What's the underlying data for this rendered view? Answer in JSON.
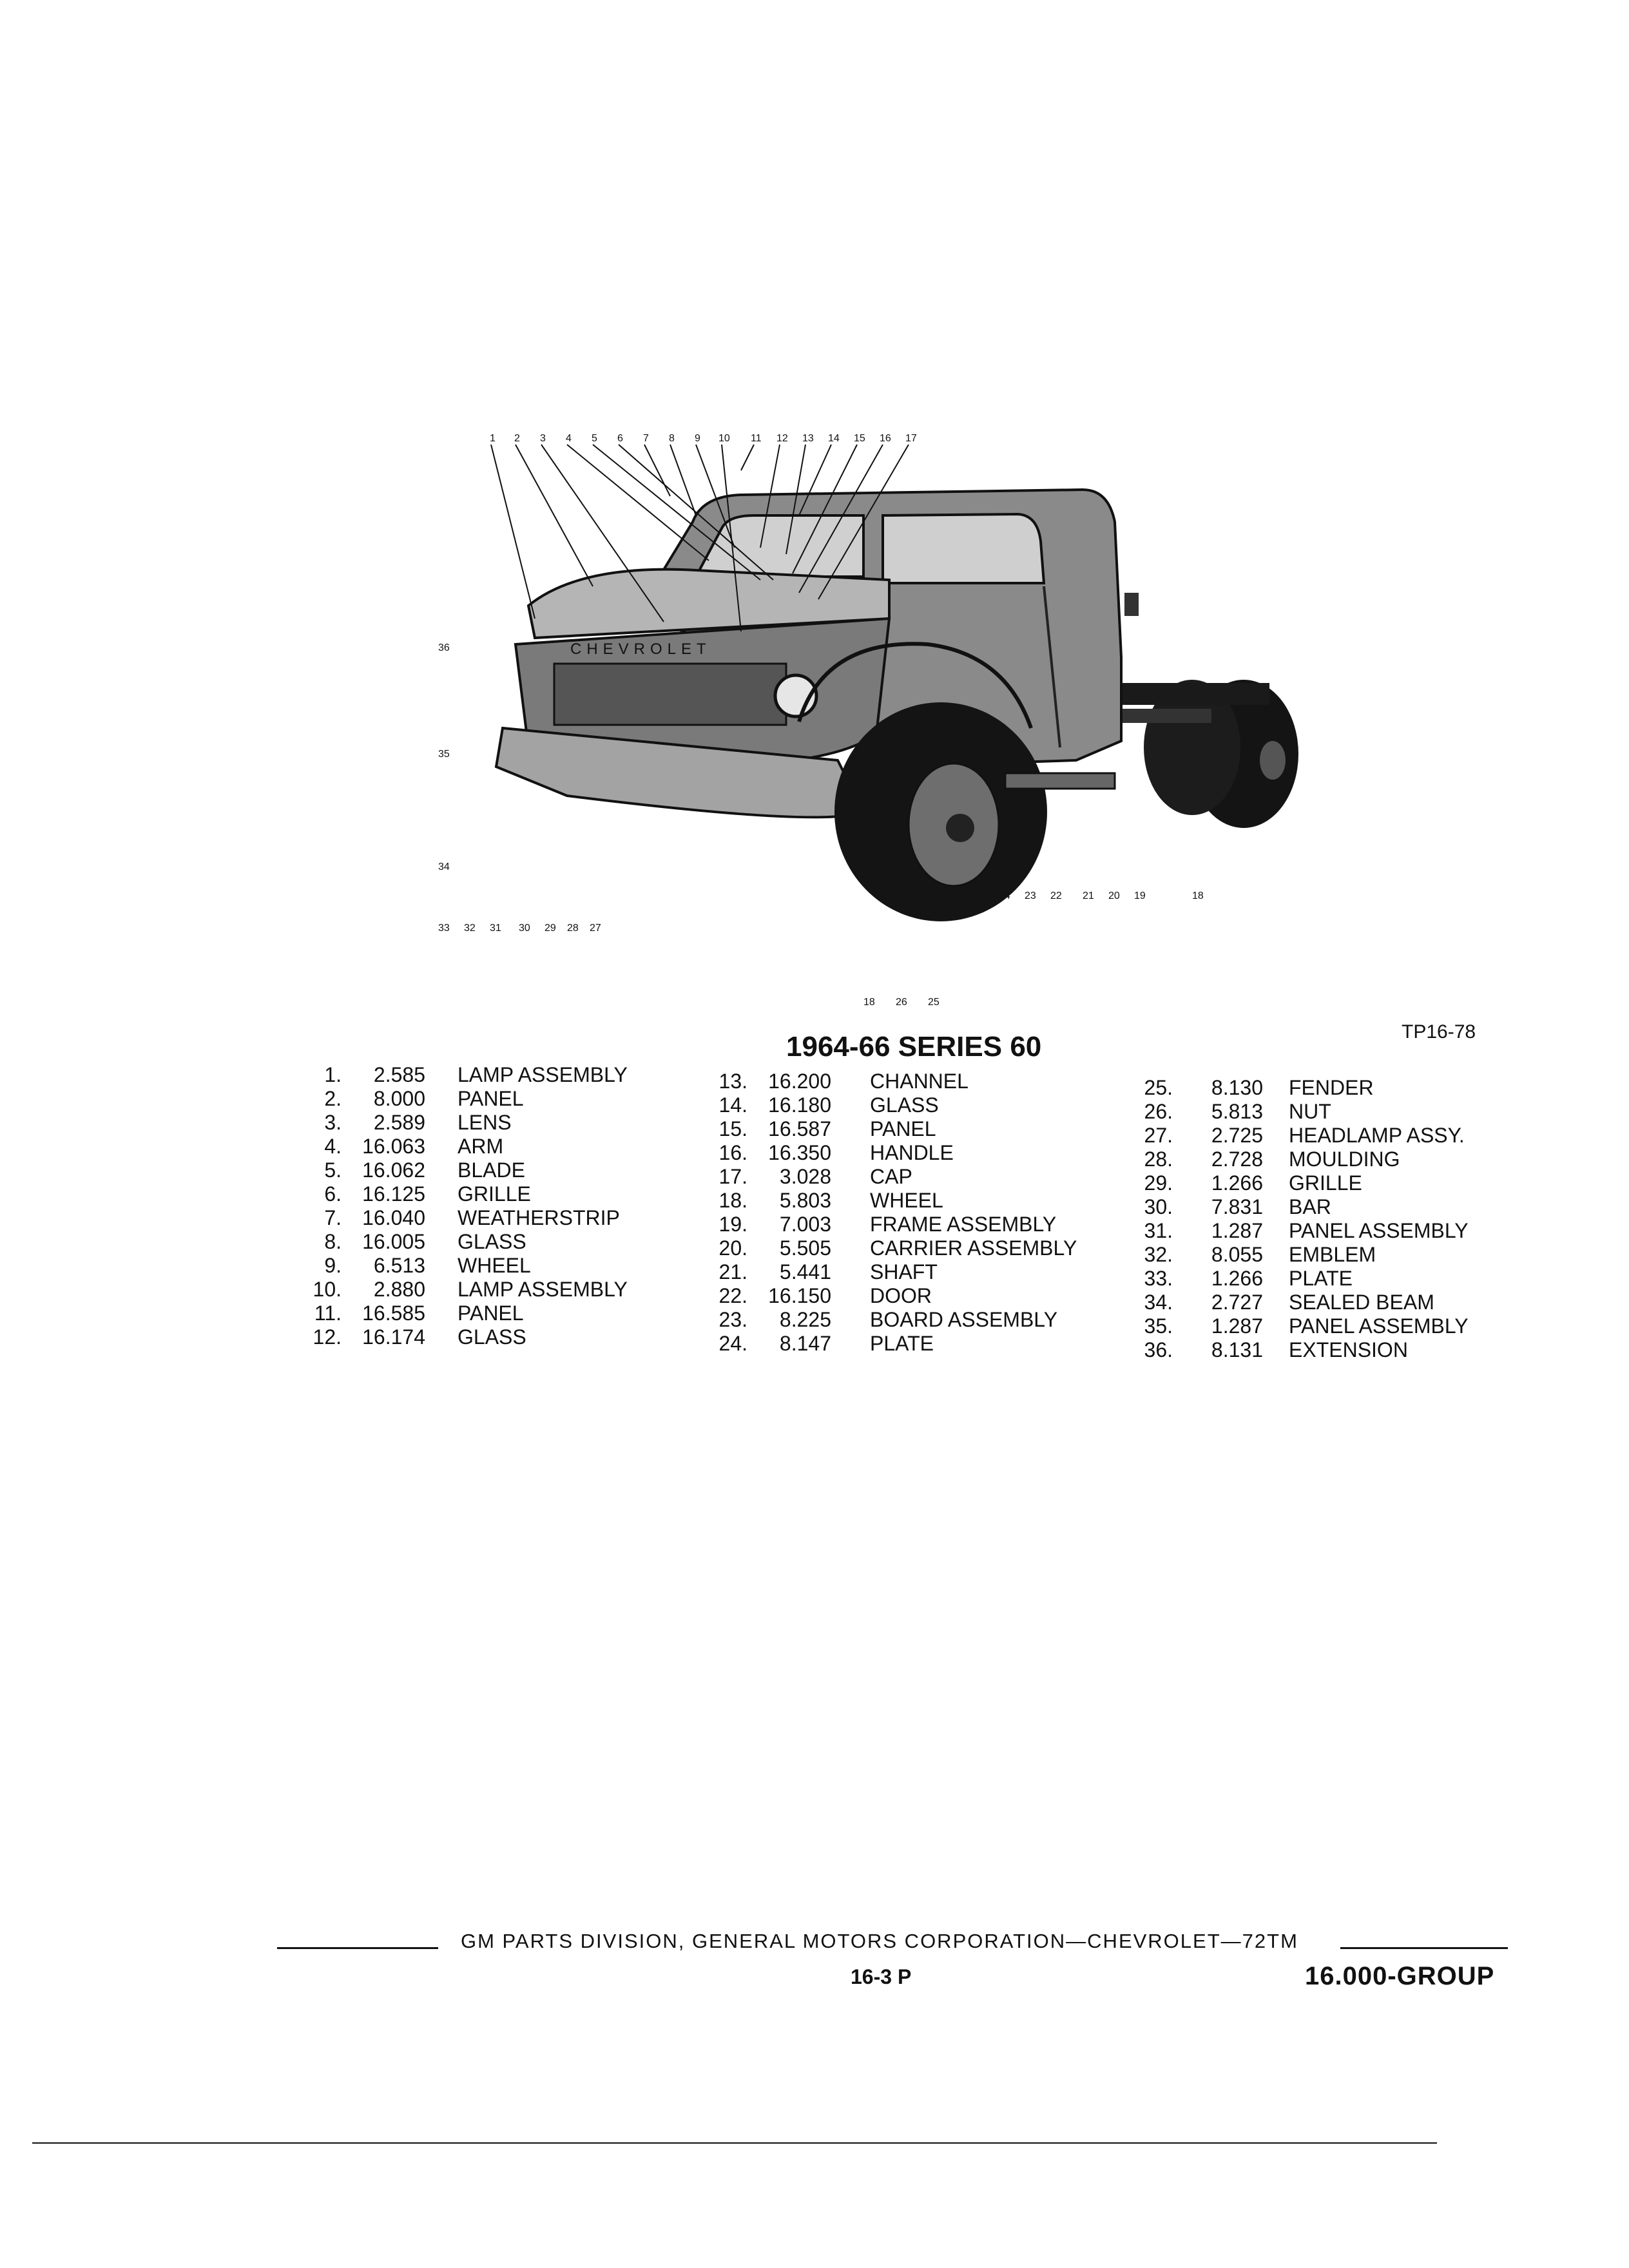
{
  "figure": {
    "title": "1964-66 SERIES 60",
    "id": "TP16-78",
    "grille_text": "CHEVROLET",
    "callouts_top": [
      "1",
      "2",
      "3",
      "4",
      "5",
      "6",
      "7",
      "8",
      "9",
      "10",
      "11",
      "12",
      "13",
      "14",
      "15",
      "16",
      "17"
    ],
    "callouts_bottom": [
      "33",
      "32",
      "31",
      "30",
      "29",
      "28",
      "27",
      "24",
      "23",
      "22",
      "21",
      "20",
      "19",
      "18"
    ],
    "callouts_left": [
      "36",
      "35",
      "34"
    ],
    "callouts_lower": [
      "18",
      "26",
      "25"
    ]
  },
  "legend": {
    "col1": [
      {
        "num": "1.",
        "part": "2.585",
        "name": "LAMP ASSEMBLY"
      },
      {
        "num": "2.",
        "part": "8.000",
        "name": "PANEL"
      },
      {
        "num": "3.",
        "part": "2.589",
        "name": "LENS"
      },
      {
        "num": "4.",
        "part": "16.063",
        "name": "ARM"
      },
      {
        "num": "5.",
        "part": "16.062",
        "name": "BLADE"
      },
      {
        "num": "6.",
        "part": "16.125",
        "name": "GRILLE"
      },
      {
        "num": "7.",
        "part": "16.040",
        "name": "WEATHERSTRIP"
      },
      {
        "num": "8.",
        "part": "16.005",
        "name": "GLASS"
      },
      {
        "num": "9.",
        "part": "6.513",
        "name": "WHEEL"
      },
      {
        "num": "10.",
        "part": "2.880",
        "name": "LAMP ASSEMBLY"
      },
      {
        "num": "11.",
        "part": "16.585",
        "name": "PANEL"
      },
      {
        "num": "12.",
        "part": "16.174",
        "name": "GLASS"
      }
    ],
    "col2": [
      {
        "num": "13.",
        "part": "16.200",
        "name": "CHANNEL"
      },
      {
        "num": "14.",
        "part": "16.180",
        "name": "GLASS"
      },
      {
        "num": "15.",
        "part": "16.587",
        "name": "PANEL"
      },
      {
        "num": "16.",
        "part": "16.350",
        "name": "HANDLE"
      },
      {
        "num": "17.",
        "part": "3.028",
        "name": "CAP"
      },
      {
        "num": "18.",
        "part": "5.803",
        "name": "WHEEL"
      },
      {
        "num": "19.",
        "part": "7.003",
        "name": "FRAME ASSEMBLY"
      },
      {
        "num": "20.",
        "part": "5.505",
        "name": "CARRIER ASSEMBLY"
      },
      {
        "num": "21.",
        "part": "5.441",
        "name": "SHAFT"
      },
      {
        "num": "22.",
        "part": "16.150",
        "name": "DOOR"
      },
      {
        "num": "23.",
        "part": "8.225",
        "name": "BOARD ASSEMBLY"
      },
      {
        "num": "24.",
        "part": "8.147",
        "name": "PLATE"
      }
    ],
    "col3": [
      {
        "num": "25.",
        "part": "8.130",
        "name": "FENDER"
      },
      {
        "num": "26.",
        "part": "5.813",
        "name": "NUT"
      },
      {
        "num": "27.",
        "part": "2.725",
        "name": "HEADLAMP ASSY."
      },
      {
        "num": "28.",
        "part": "2.728",
        "name": "MOULDING"
      },
      {
        "num": "29.",
        "part": "1.266",
        "name": "GRILLE"
      },
      {
        "num": "30.",
        "part": "7.831",
        "name": "BAR"
      },
      {
        "num": "31.",
        "part": "1.287",
        "name": "PANEL ASSEMBLY"
      },
      {
        "num": "32.",
        "part": "8.055",
        "name": "EMBLEM"
      },
      {
        "num": "33.",
        "part": "1.266",
        "name": "PLATE"
      },
      {
        "num": "34.",
        "part": "2.727",
        "name": "SEALED BEAM"
      },
      {
        "num": "35.",
        "part": "1.287",
        "name": "PANEL ASSEMBLY"
      },
      {
        "num": "36.",
        "part": "8.131",
        "name": "EXTENSION"
      }
    ]
  },
  "footer": {
    "text": "GM PARTS DIVISION, GENERAL MOTORS CORPORATION—CHEVROLET—72TM",
    "page": "16-3 P",
    "group": "16.000-GROUP"
  }
}
